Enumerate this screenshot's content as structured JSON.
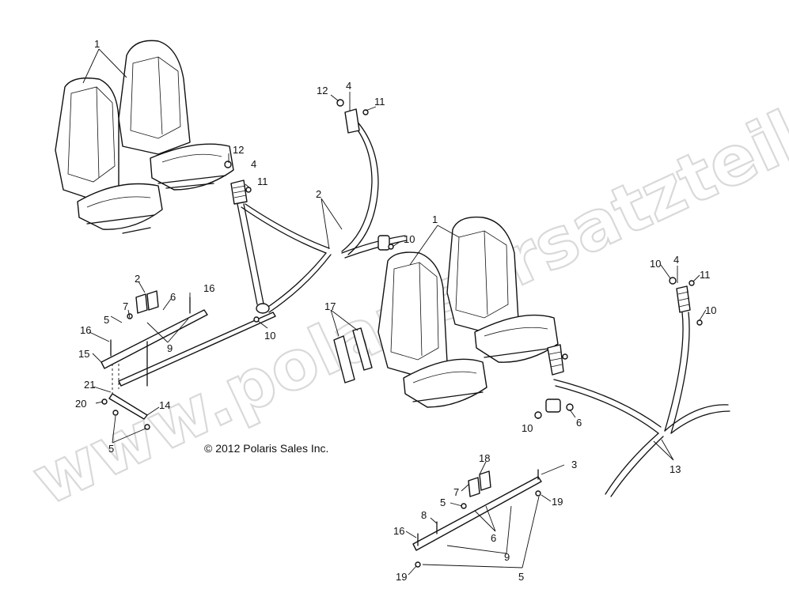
{
  "copyright": "© 2012 Polaris Sales Inc.",
  "watermark": "www.polarisersatzteile.de",
  "callouts": {
    "c1a": "1",
    "c1b": "1",
    "c2a": "2",
    "c2b": "2",
    "c3": "3",
    "c4a": "4",
    "c4b": "4",
    "c4c": "4",
    "c5a": "5",
    "c5b": "5",
    "c5c": "5",
    "c5d": "5",
    "c6a": "6",
    "c6b": "6",
    "c6c": "6",
    "c7a": "7",
    "c7b": "7",
    "c8": "8",
    "c9a": "9",
    "c9b": "9",
    "c10a": "10",
    "c10b": "10",
    "c10c": "10",
    "c10d": "10",
    "c10e": "10",
    "c11a": "11",
    "c11b": "11",
    "c11c": "11",
    "c12a": "12",
    "c12b": "12",
    "c13": "13",
    "c14": "14",
    "c15": "15",
    "c16a": "16",
    "c16b": "16",
    "c16c": "16",
    "c17": "17",
    "c18": "18",
    "c19a": "19",
    "c19b": "19",
    "c20": "20",
    "c21": "21"
  }
}
